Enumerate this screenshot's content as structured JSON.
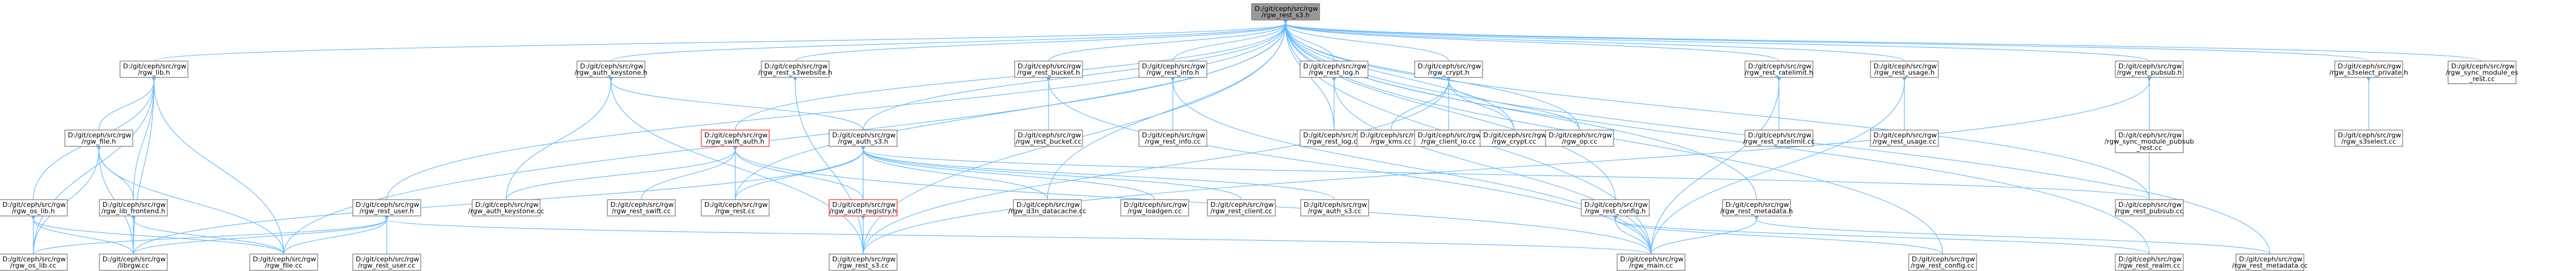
{
  "colors": {
    "node_fill": "#ffffff",
    "node_border": "#666666",
    "root_fill": "#999999",
    "highlight_border": "#ff0000",
    "edge": "#63b8ff"
  },
  "nodes": [
    {
      "id": "root",
      "lines": [
        "D:/git/ceph/src/rgw",
        "/rgw_rest_s3.h"
      ],
      "style": "root"
    },
    {
      "id": "rgw_lib_h",
      "lines": [
        "D:/git/ceph/src/rgw",
        "/rgw_lib.h"
      ]
    },
    {
      "id": "rgw_auth_keystone_h",
      "lines": [
        "D:/git/ceph/src/rgw",
        "/rgw_auth_keystone.h"
      ]
    },
    {
      "id": "rgw_rest_s3website_h",
      "lines": [
        "D:/git/ceph/src/rgw",
        "/rgw_rest_s3website.h"
      ]
    },
    {
      "id": "rgw_rest_bucket_h",
      "lines": [
        "D:/git/ceph/src/rgw",
        "/rgw_rest_bucket.h"
      ]
    },
    {
      "id": "rgw_rest_info_h",
      "lines": [
        "D:/git/ceph/src/rgw",
        "/rgw_rest_info.h"
      ]
    },
    {
      "id": "rgw_rest_log_h",
      "lines": [
        "D:/git/ceph/src/rgw",
        "/rgw_rest_log.h"
      ]
    },
    {
      "id": "rgw_crypt_h",
      "lines": [
        "D:/git/ceph/src/rgw",
        "/rgw_crypt.h"
      ]
    },
    {
      "id": "rgw_rest_ratelimit_h",
      "lines": [
        "D:/git/ceph/src/rgw",
        "/rgw_rest_ratelimit.h"
      ]
    },
    {
      "id": "rgw_rest_usage_h",
      "lines": [
        "D:/git/ceph/src/rgw",
        "/rgw_rest_usage.h"
      ]
    },
    {
      "id": "rgw_rest_pubsub_h",
      "lines": [
        "D:/git/ceph/src/rgw",
        "/rgw_rest_pubsub.h"
      ]
    },
    {
      "id": "rgw_s3select_private_h",
      "lines": [
        "D:/git/ceph/src/rgw",
        "/rgw_s3select_private.h"
      ]
    },
    {
      "id": "rgw_sync_module_es_rest_cc",
      "lines": [
        "D:/git/ceph/src/rgw",
        "/rgw_sync_module_es",
        "_rest.cc"
      ]
    },
    {
      "id": "rgw_file_h",
      "lines": [
        "D:/git/ceph/src/rgw",
        "/rgw_file.h"
      ]
    },
    {
      "id": "rgw_swift_auth_h",
      "lines": [
        "D:/git/ceph/src/rgw",
        "/rgw_swift_auth.h"
      ],
      "style": "highlight"
    },
    {
      "id": "rgw_auth_s3_h",
      "lines": [
        "D:/git/ceph/src/rgw",
        "/rgw_auth_s3.h"
      ]
    },
    {
      "id": "rgw_rest_bucket_cc",
      "lines": [
        "D:/git/ceph/src/rgw",
        "/rgw_rest_bucket.cc"
      ]
    },
    {
      "id": "rgw_rest_info_cc",
      "lines": [
        "D:/git/ceph/src/rgw",
        "/rgw_rest_info.cc"
      ]
    },
    {
      "id": "rgw_rest_log_cc",
      "lines": [
        "D:/git/ceph/src/rgw",
        "/rgw_rest_log.cc"
      ]
    },
    {
      "id": "rgw_kms_cc",
      "lines": [
        "D:/git/ceph/src/rgw",
        "/rgw_kms.cc"
      ]
    },
    {
      "id": "rgw_client_io_cc",
      "lines": [
        "D:/git/ceph/src/rgw",
        "/rgw_client_io.cc"
      ]
    },
    {
      "id": "rgw_crypt_cc",
      "lines": [
        "D:/git/ceph/src/rgw",
        "/rgw_crypt.cc"
      ]
    },
    {
      "id": "rgw_op_cc",
      "lines": [
        "D:/git/ceph/src/rgw",
        "/rgw_op.cc"
      ]
    },
    {
      "id": "rgw_rest_ratelimit_cc",
      "lines": [
        "D:/git/ceph/src/rgw",
        "/rgw_rest_ratelimit.cc"
      ]
    },
    {
      "id": "rgw_rest_usage_cc",
      "lines": [
        "D:/git/ceph/src/rgw",
        "/rgw_rest_usage.cc"
      ]
    },
    {
      "id": "rgw_sync_module_pubsub_rest_cc",
      "lines": [
        "D:/git/ceph/src/rgw",
        "/rgw_sync_module_pubsub",
        "_rest.cc"
      ]
    },
    {
      "id": "rgw_s3select_cc",
      "lines": [
        "D:/git/ceph/src/rgw",
        "/rgw_s3select.cc"
      ]
    },
    {
      "id": "rgw_os_lib_h",
      "lines": [
        "D:/git/ceph/src/rgw",
        "/rgw_os_lib.h"
      ]
    },
    {
      "id": "rgw_lib_frontend_h",
      "lines": [
        "D:/git/ceph/src/rgw",
        "/rgw_lib_frontend.h"
      ]
    },
    {
      "id": "rgw_rest_user_h",
      "lines": [
        "D:/git/ceph/src/rgw",
        "/rgw_rest_user.h"
      ]
    },
    {
      "id": "rgw_auth_keystone_cc",
      "lines": [
        "D:/git/ceph/src/rgw",
        "/rgw_auth_keystone.cc"
      ]
    },
    {
      "id": "rgw_rest_swift_cc",
      "lines": [
        "D:/git/ceph/src/rgw",
        "/rgw_rest_swift.cc"
      ]
    },
    {
      "id": "rgw_rest_cc",
      "lines": [
        "D:/git/ceph/src/rgw",
        "/rgw_rest.cc"
      ]
    },
    {
      "id": "rgw_auth_registry_h",
      "lines": [
        "D:/git/ceph/src/rgw",
        "/rgw_auth_registry.h"
      ],
      "style": "highlight"
    },
    {
      "id": "rgw_d3n_datacache_cc",
      "lines": [
        "D:/git/ceph/src/rgw",
        "/rgw_d3n_datacache.cc"
      ]
    },
    {
      "id": "rgw_loadgen_cc",
      "lines": [
        "D:/git/ceph/src/rgw",
        "/rgw_loadgen.cc"
      ]
    },
    {
      "id": "rgw_rest_client_cc",
      "lines": [
        "D:/git/ceph/src/rgw",
        "/rgw_rest_client.cc"
      ]
    },
    {
      "id": "rgw_auth_s3_cc",
      "lines": [
        "D:/git/ceph/src/rgw",
        "/rgw_auth_s3.cc"
      ]
    },
    {
      "id": "rgw_rest_config_h",
      "lines": [
        "D:/git/ceph/src/rgw",
        "/rgw_rest_config.h"
      ]
    },
    {
      "id": "rgw_rest_metadata_h",
      "lines": [
        "D:/git/ceph/src/rgw",
        "/rgw_rest_metadata.h"
      ]
    },
    {
      "id": "rgw_rest_pubsub_cc",
      "lines": [
        "D:/git/ceph/src/rgw",
        "/rgw_rest_pubsub.cc"
      ]
    },
    {
      "id": "rgw_os_lib_cc",
      "lines": [
        "D:/git/ceph/src/rgw",
        "/rgw_os_lib.cc"
      ]
    },
    {
      "id": "librgw_cc",
      "lines": [
        "D:/git/ceph/src/rgw",
        "/librgw.cc"
      ]
    },
    {
      "id": "rgw_file_cc",
      "lines": [
        "D:/git/ceph/src/rgw",
        "/rgw_file.cc"
      ]
    },
    {
      "id": "rgw_rest_user_cc",
      "lines": [
        "D:/git/ceph/src/rgw",
        "/rgw_rest_user.cc"
      ]
    },
    {
      "id": "rgw_rest_s3_cc",
      "lines": [
        "D:/git/ceph/src/rgw",
        "/rgw_rest_s3.cc"
      ]
    },
    {
      "id": "rgw_main_cc",
      "lines": [
        "D:/git/ceph/src/rgw",
        "/rgw_main.cc"
      ]
    },
    {
      "id": "rgw_rest_config_cc",
      "lines": [
        "D:/git/ceph/src/rgw",
        "/rgw_rest_config.cc"
      ]
    },
    {
      "id": "rgw_rest_realm_cc",
      "lines": [
        "D:/git/ceph/src/rgw",
        "/rgw_rest_realm.cc"
      ]
    },
    {
      "id": "rgw_rest_metadata_cc",
      "lines": [
        "D:/git/ceph/src/rgw",
        "/rgw_rest_metadata.cc"
      ]
    }
  ],
  "edges": [
    [
      "root",
      "rgw_lib_h"
    ],
    [
      "root",
      "rgw_auth_keystone_h"
    ],
    [
      "root",
      "rgw_rest_s3website_h"
    ],
    [
      "root",
      "rgw_rest_bucket_h"
    ],
    [
      "root",
      "rgw_rest_info_h"
    ],
    [
      "root",
      "rgw_rest_log_h"
    ],
    [
      "root",
      "rgw_crypt_h"
    ],
    [
      "root",
      "rgw_rest_ratelimit_h"
    ],
    [
      "root",
      "rgw_rest_usage_h"
    ],
    [
      "root",
      "rgw_rest_pubsub_h"
    ],
    [
      "root",
      "rgw_s3select_private_h"
    ],
    [
      "root",
      "rgw_sync_module_es_rest_cc"
    ],
    [
      "root",
      "rgw_swift_auth_h"
    ],
    [
      "root",
      "rgw_auth_s3_h"
    ],
    [
      "root",
      "rgw_rest_user_h"
    ],
    [
      "root",
      "rgw_rest_config_h"
    ],
    [
      "root",
      "rgw_rest_metadata_h"
    ],
    [
      "root",
      "rgw_op_cc"
    ],
    [
      "root",
      "rgw_rest_log_cc"
    ],
    [
      "root",
      "rgw_rest_pubsub_cc"
    ],
    [
      "root",
      "rgw_rest_cc"
    ],
    [
      "root",
      "rgw_file_cc"
    ],
    [
      "root",
      "rgw_rest_s3_cc"
    ],
    [
      "root",
      "rgw_main_cc"
    ],
    [
      "root",
      "rgw_rest_config_cc"
    ],
    [
      "root",
      "rgw_rest_realm_cc"
    ],
    [
      "root",
      "rgw_rest_metadata_cc"
    ],
    [
      "root",
      "rgw_crypt_cc"
    ],
    [
      "root",
      "rgw_d3n_datacache_cc"
    ],
    [
      "rgw_lib_h",
      "rgw_file_h"
    ],
    [
      "rgw_lib_h",
      "rgw_os_lib_h"
    ],
    [
      "rgw_lib_h",
      "rgw_lib_frontend_h"
    ],
    [
      "rgw_lib_h",
      "librgw_cc"
    ],
    [
      "rgw_lib_h",
      "rgw_file_cc"
    ],
    [
      "rgw_lib_h",
      "rgw_os_lib_cc"
    ],
    [
      "rgw_file_h",
      "rgw_lib_frontend_h"
    ],
    [
      "rgw_file_h",
      "librgw_cc"
    ],
    [
      "rgw_file_h",
      "rgw_file_cc"
    ],
    [
      "rgw_file_h",
      "rgw_os_lib_cc"
    ],
    [
      "rgw_os_lib_h",
      "rgw_os_lib_cc"
    ],
    [
      "rgw_os_lib_h",
      "librgw_cc"
    ],
    [
      "rgw_os_lib_h",
      "rgw_file_cc"
    ],
    [
      "rgw_lib_frontend_h",
      "librgw_cc"
    ],
    [
      "rgw_lib_frontend_h",
      "rgw_file_cc"
    ],
    [
      "rgw_auth_keystone_h",
      "rgw_auth_keystone_cc"
    ],
    [
      "rgw_auth_keystone_h",
      "rgw_auth_s3_h"
    ],
    [
      "rgw_auth_keystone_h",
      "rgw_rest_s3_cc"
    ],
    [
      "rgw_rest_s3website_h",
      "rgw_rest_s3_cc"
    ],
    [
      "rgw_swift_auth_h",
      "rgw_auth_keystone_cc"
    ],
    [
      "rgw_swift_auth_h",
      "rgw_rest_swift_cc"
    ],
    [
      "rgw_swift_auth_h",
      "rgw_rest_cc"
    ],
    [
      "rgw_swift_auth_h",
      "rgw_auth_registry_h"
    ],
    [
      "rgw_swift_auth_h",
      "rgw_main_cc"
    ],
    [
      "rgw_auth_s3_h",
      "rgw_auth_registry_h"
    ],
    [
      "rgw_auth_s3_h",
      "rgw_rest_cc"
    ],
    [
      "rgw_auth_s3_h",
      "rgw_d3n_datacache_cc"
    ],
    [
      "rgw_auth_s3_h",
      "rgw_loadgen_cc"
    ],
    [
      "rgw_auth_s3_h",
      "rgw_rest_client_cc"
    ],
    [
      "rgw_auth_s3_h",
      "rgw_auth_s3_cc"
    ],
    [
      "rgw_auth_s3_h",
      "rgw_rest_s3_cc"
    ],
    [
      "rgw_auth_s3_h",
      "librgw_cc"
    ],
    [
      "rgw_auth_s3_h",
      "rgw_rest_pubsub_cc"
    ],
    [
      "rgw_auth_registry_h",
      "rgw_rest_s3_cc"
    ],
    [
      "rgw_rest_bucket_h",
      "rgw_rest_bucket_cc"
    ],
    [
      "rgw_rest_bucket_h",
      "rgw_main_cc"
    ],
    [
      "rgw_rest_info_h",
      "rgw_rest_info_cc"
    ],
    [
      "rgw_rest_info_h",
      "rgw_main_cc"
    ],
    [
      "rgw_rest_log_h",
      "rgw_rest_log_cc"
    ],
    [
      "rgw_rest_log_h",
      "rgw_main_cc"
    ],
    [
      "rgw_crypt_h",
      "rgw_kms_cc"
    ],
    [
      "rgw_crypt_h",
      "rgw_client_io_cc"
    ],
    [
      "rgw_crypt_h",
      "rgw_crypt_cc"
    ],
    [
      "rgw_crypt_h",
      "rgw_op_cc"
    ],
    [
      "rgw_crypt_h",
      "rgw_rest_s3_cc"
    ],
    [
      "rgw_rest_ratelimit_h",
      "rgw_rest_ratelimit_cc"
    ],
    [
      "rgw_rest_ratelimit_h",
      "rgw_main_cc"
    ],
    [
      "rgw_rest_usage_h",
      "rgw_rest_usage_cc"
    ],
    [
      "rgw_rest_usage_h",
      "rgw_main_cc"
    ],
    [
      "rgw_rest_pubsub_h",
      "rgw_sync_module_pubsub_rest_cc"
    ],
    [
      "rgw_rest_pubsub_h",
      "rgw_rest_pubsub_cc"
    ],
    [
      "rgw_rest_pubsub_h",
      "rgw_rest_s3_cc"
    ],
    [
      "rgw_s3select_private_h",
      "rgw_s3select_cc"
    ],
    [
      "rgw_rest_user_h",
      "rgw_rest_user_cc"
    ],
    [
      "rgw_rest_user_h",
      "rgw_main_cc"
    ],
    [
      "rgw_rest_user_h",
      "librgw_cc"
    ],
    [
      "rgw_rest_user_h",
      "rgw_os_lib_cc"
    ],
    [
      "rgw_rest_user_h",
      "rgw_file_cc"
    ],
    [
      "rgw_rest_config_h",
      "rgw_rest_config_cc"
    ],
    [
      "rgw_rest_config_h",
      "rgw_main_cc"
    ],
    [
      "rgw_rest_config_h",
      "rgw_rest_realm_cc"
    ],
    [
      "rgw_rest_metadata_h",
      "rgw_rest_metadata_cc"
    ],
    [
      "rgw_rest_metadata_h",
      "rgw_main_cc"
    ]
  ]
}
